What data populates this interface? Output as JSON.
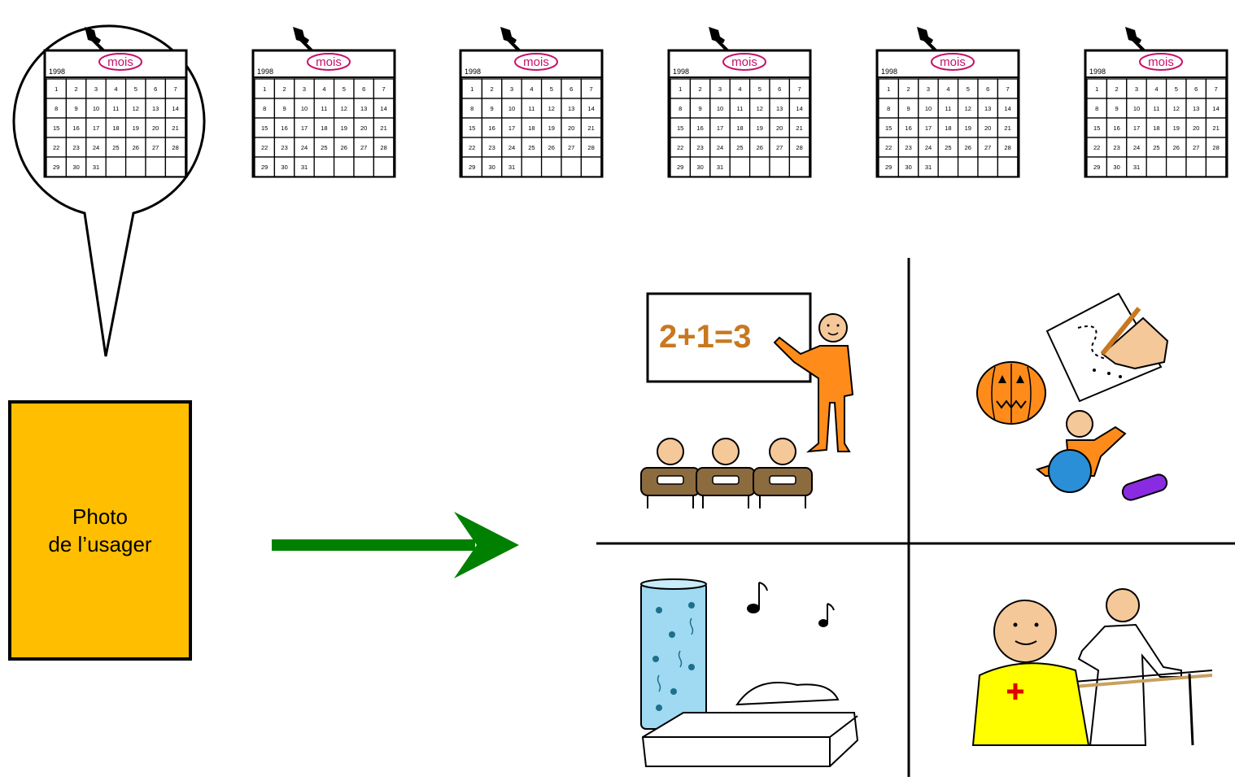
{
  "calendar": {
    "month_label": "mois",
    "year_label": "1998",
    "days": [
      [
        "1",
        "2",
        "3",
        "4",
        "5",
        "6",
        "7"
      ],
      [
        "8",
        "9",
        "10",
        "11",
        "12",
        "13",
        "14"
      ],
      [
        "15",
        "16",
        "17",
        "18",
        "19",
        "20",
        "21"
      ],
      [
        "22",
        "23",
        "24",
        "25",
        "26",
        "27",
        "28"
      ],
      [
        "29",
        "30",
        "31",
        "",
        "",
        "",
        ""
      ]
    ],
    "count": 6
  },
  "photo_box": {
    "line1": "Photo",
    "line2": "de l’usager"
  },
  "activities": {
    "math_equation": "2+1=3",
    "items": [
      {
        "icon": "classroom-teacher-icon"
      },
      {
        "icon": "drawing-play-icon"
      },
      {
        "icon": "snoezelen-relaxation-icon"
      },
      {
        "icon": "physiotherapy-icon"
      }
    ]
  },
  "colors": {
    "photo_box": "#ffbf00",
    "arrow": "#008000",
    "person_orange": "#ff8c1a",
    "skin": "#f5c89a",
    "nurse_yellow": "#ffff00",
    "bubble_water": "#9fd9f2",
    "desk_brown": "#8c6b3f",
    "ball_blue": "#2a8fd6",
    "purple": "#8a2be2"
  }
}
